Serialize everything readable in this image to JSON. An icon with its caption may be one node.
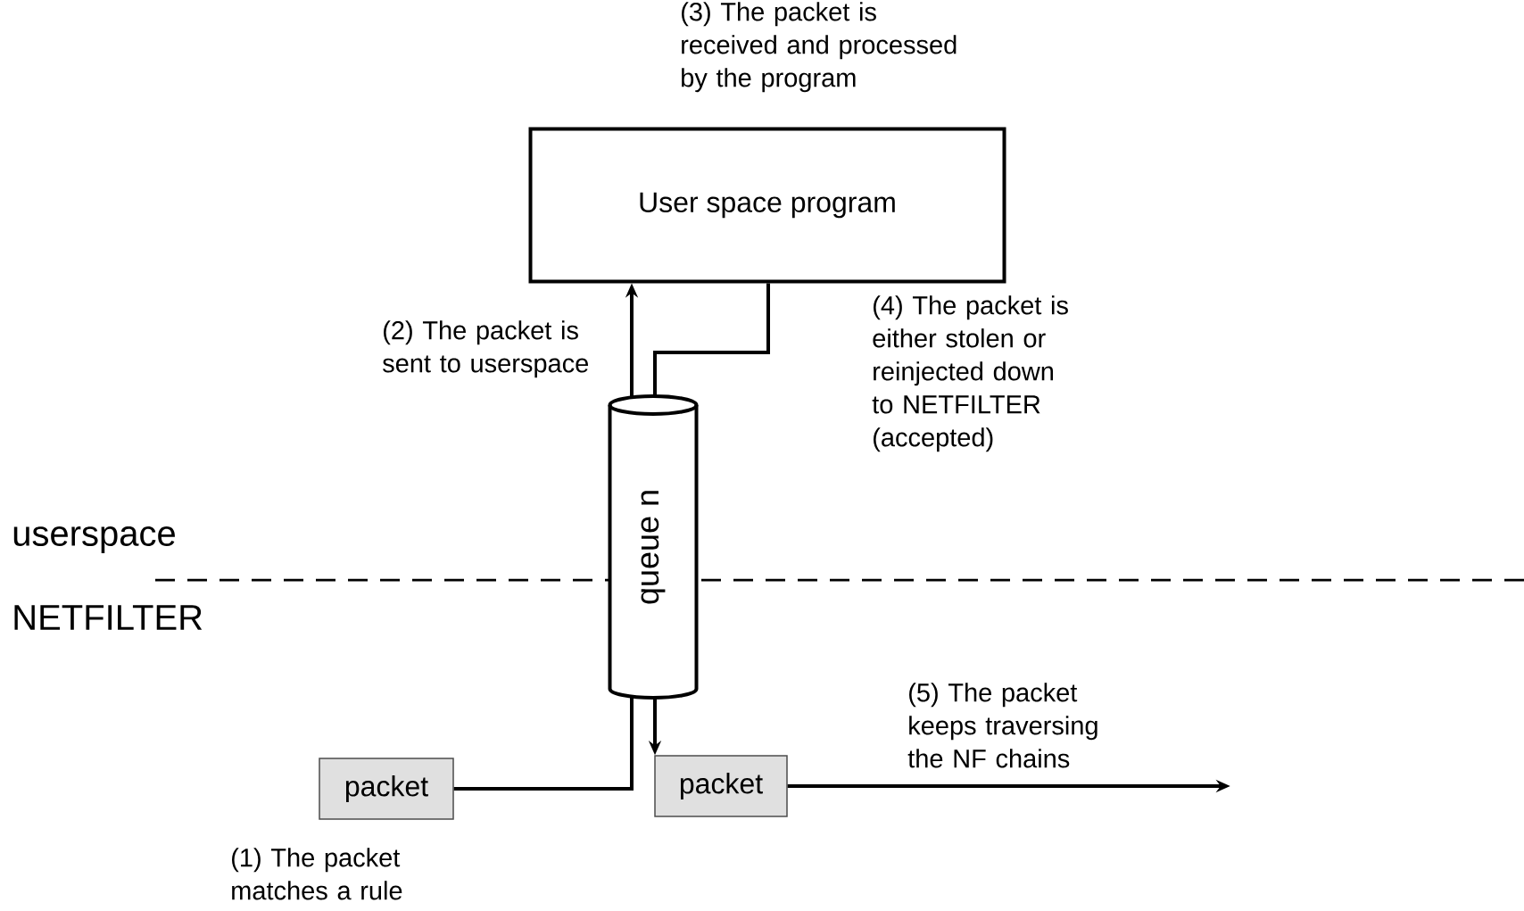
{
  "diagram": {
    "nodes": [
      {
        "text": [
          "User space program"
        ],
        "beside": [
          "(3) The packet is received and processed by the program"
        ]
      },
      {
        "text": [
          "queue n"
        ]
      },
      {
        "text": [
          "packet"
        ],
        "beside": [
          "(1) The packet matches a rule"
        ]
      },
      {
        "text": [
          "packet"
        ]
      }
    ],
    "edges": [
      {
        "from": 2,
        "to": 1,
        "arrow": "none"
      },
      {
        "from": 1,
        "to": 0,
        "arrow": "to",
        "label": "(2) The packet is sent to userspace"
      },
      {
        "from": 0,
        "to": 1,
        "arrow": "none",
        "label": "(4) The packet is either stolen or reinjected down to NETFILTER (accepted)"
      },
      {
        "from": 1,
        "to": 3,
        "arrow": "to"
      },
      {
        "from": 3,
        "to": null,
        "arrow": "to",
        "label": "(5) The packet keeps traversing the NF chains"
      }
    ],
    "labels": [
      "userspace",
      "NETFILTER"
    ]
  }
}
